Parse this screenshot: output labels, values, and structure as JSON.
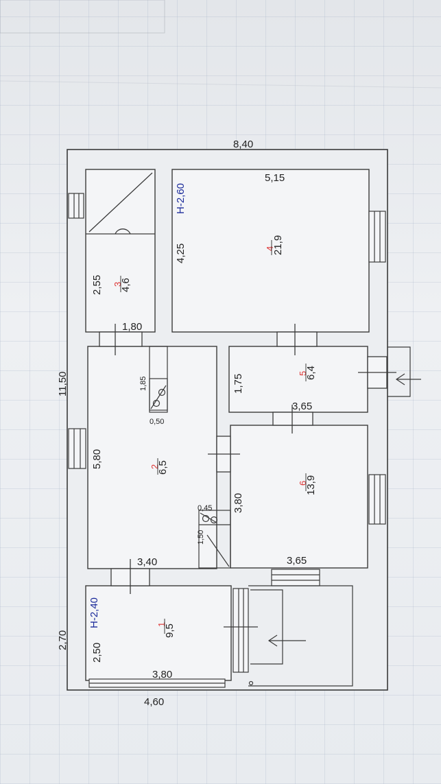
{
  "overall": {
    "width_top": "8,40",
    "length_left": "11,50",
    "width_bottom": "4,60",
    "entry_depth": "2,70"
  },
  "room_large": {
    "height_label": "H-2,60",
    "width": "5,15",
    "depth": "4,25",
    "number": "4",
    "area": "21,9"
  },
  "room_small": {
    "number": "3",
    "area": "4,6",
    "length": "2,55",
    "width": "1,80"
  },
  "room_middle": {
    "number": "2",
    "area": "6,5",
    "length": "5,80",
    "width": "3,40",
    "chimney_length": "1,85",
    "chimney_width": "0,50"
  },
  "room_small_right": {
    "number": "5",
    "area": "6,4",
    "length": "1,75",
    "width": "3,65"
  },
  "room_right": {
    "number": "6",
    "area": "13,9",
    "length": "3,80",
    "width": "3,65",
    "chimney_length": "1,50",
    "chimney_width": "0,45"
  },
  "room_entry": {
    "height_label": "H-2,40",
    "number": "1",
    "area": "9,5",
    "length": "2,50",
    "width": "3,80"
  },
  "colors": {
    "line": "#3a3a3a",
    "wall_fill": "#eceef1",
    "room_number": "#dd3333",
    "height_label": "#1a2a9a"
  }
}
